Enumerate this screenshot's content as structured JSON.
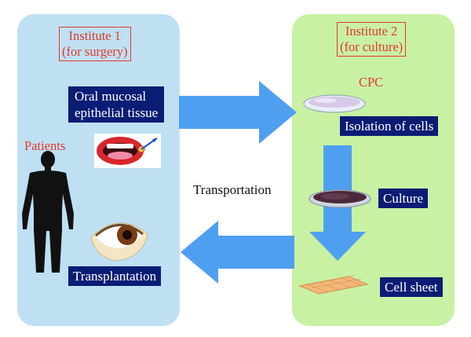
{
  "left_panel": {
    "institute_label": "Institute 1\n(for surgery)",
    "patients_label": "Patients",
    "tissue_label": "Oral mucosal\nepithelial tissue",
    "transplant_label": "Transplantation"
  },
  "right_panel": {
    "institute_label": "Institute 2\n(for culture)",
    "cpc_label": "CPC",
    "isolation_label": "Isolation of cells",
    "culture_label": "Culture",
    "cell_sheet_label": "Cell sheet"
  },
  "transport_label": "Transportation",
  "colors": {
    "left_panel_bg": "#bfe0f3",
    "right_panel_bg": "#c9f1a3",
    "arrow": "#4f9ff0",
    "label_navy": "#0b1c75",
    "accent_red": "#e03a2c"
  },
  "icons": [
    "human-silhouette-icon",
    "mouth-icon",
    "eye-icon",
    "petri-dish-icon",
    "culture-dish-icon",
    "cell-sheet-icon"
  ]
}
